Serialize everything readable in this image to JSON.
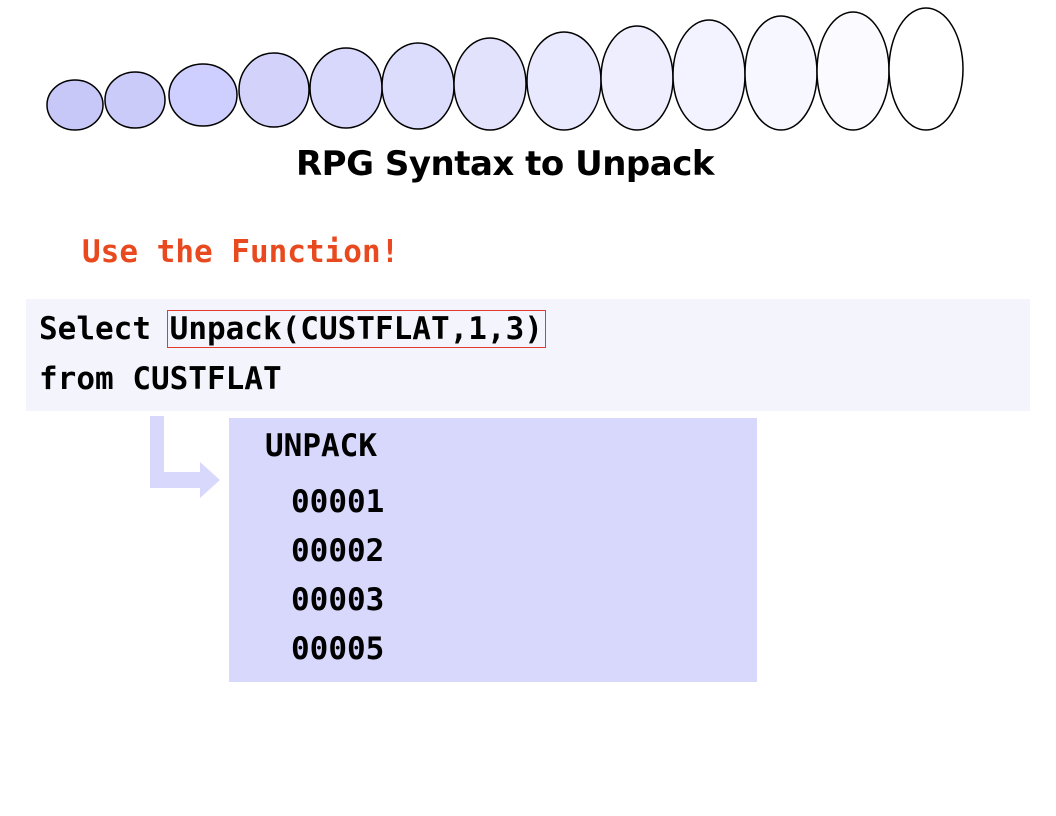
{
  "slide": {
    "title": "RPG Syntax to Unpack",
    "subtitle": "Use the Function!"
  },
  "code": {
    "keyword": "Select ",
    "function_call": "Unpack(CUSTFLAT,1,3)",
    "line2": "from CUSTFLAT"
  },
  "result": {
    "header": "UNPACK",
    "rows": [
      "00001",
      "00002",
      "00003",
      "00005"
    ]
  },
  "colors": {
    "title": "#000000",
    "subtitle": "#e8491f",
    "highlight_border": "#e23b2e",
    "code_background": "#f4f4fd",
    "result_background": "#d8d8fc",
    "arrow": "#d8d8fc",
    "ellipse_stroke": "#000000"
  },
  "icons": {
    "arrow": "arrow-down-right-icon",
    "decoration": "ellipse-chain-decoration"
  }
}
